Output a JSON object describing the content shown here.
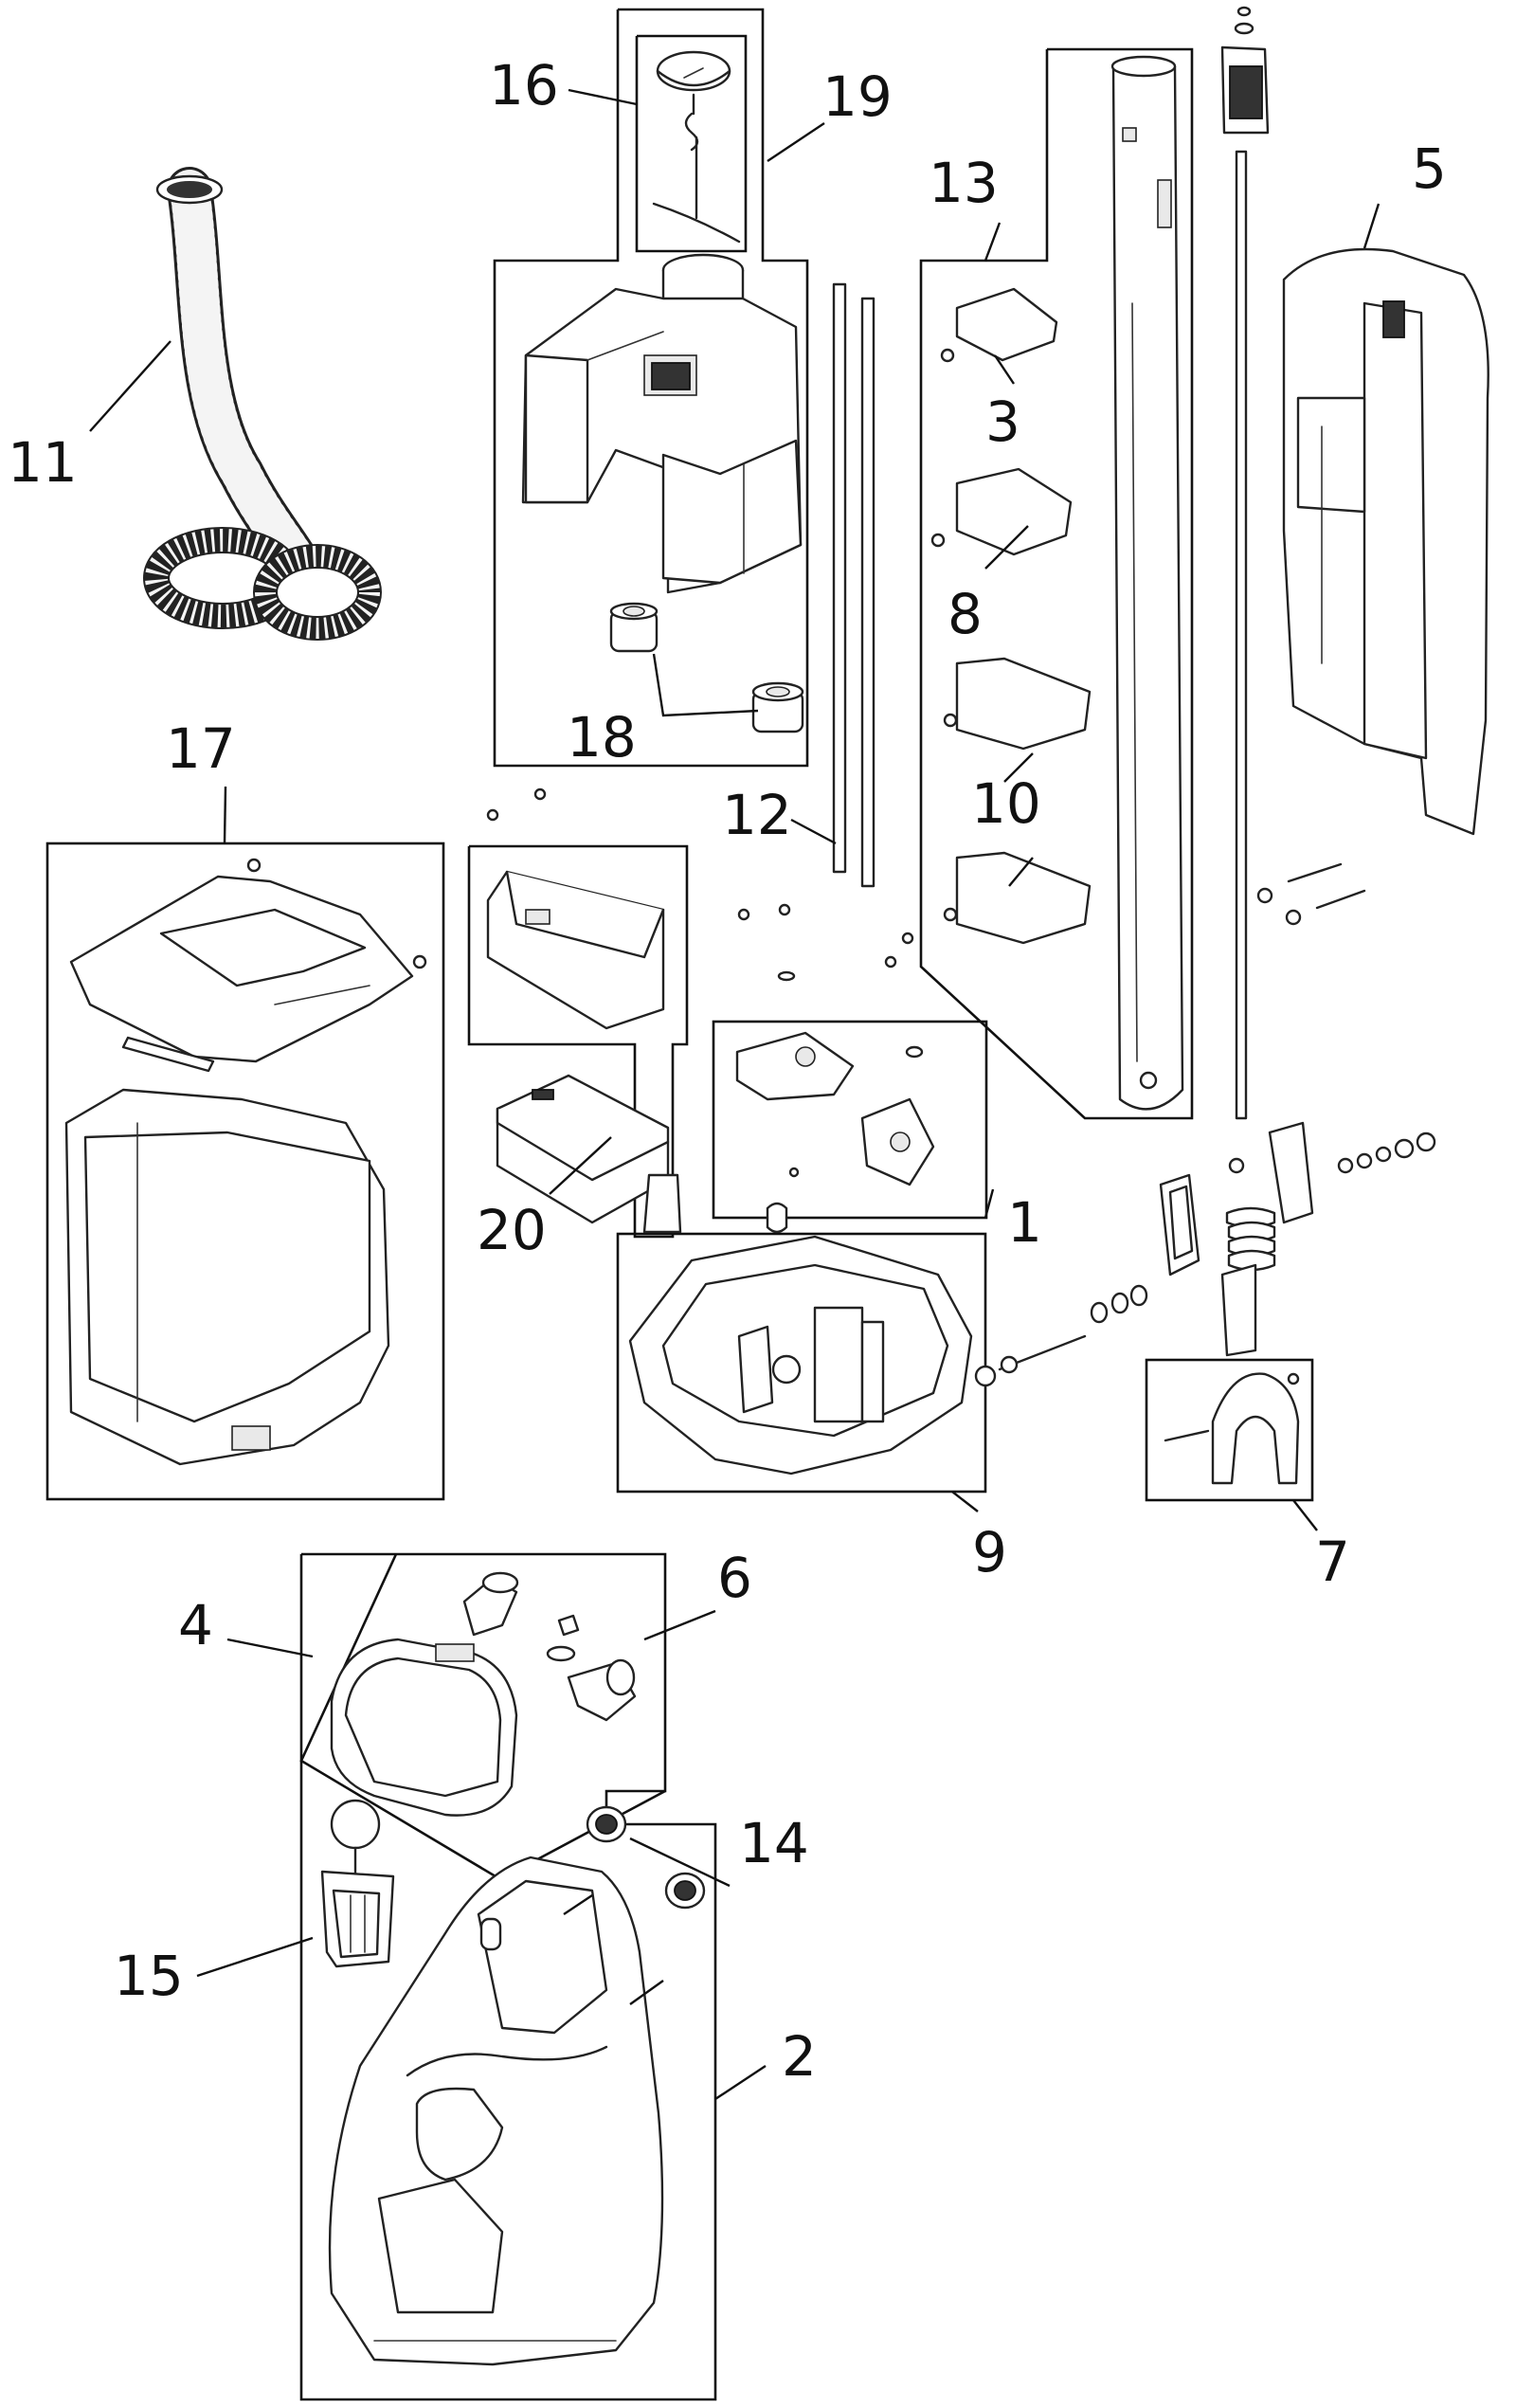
{
  "callouts": [
    {
      "id": "1",
      "label": "1"
    },
    {
      "id": "2",
      "label": "2"
    },
    {
      "id": "3",
      "label": "3"
    },
    {
      "id": "4",
      "label": "4"
    },
    {
      "id": "5",
      "label": "5"
    },
    {
      "id": "6",
      "label": "6"
    },
    {
      "id": "7",
      "label": "7"
    },
    {
      "id": "8",
      "label": "8"
    },
    {
      "id": "9",
      "label": "9"
    },
    {
      "id": "10",
      "label": "10"
    },
    {
      "id": "11",
      "label": "11"
    },
    {
      "id": "12",
      "label": "12"
    },
    {
      "id": "13",
      "label": "13"
    },
    {
      "id": "14",
      "label": "14"
    },
    {
      "id": "15",
      "label": "15"
    },
    {
      "id": "16",
      "label": "16"
    },
    {
      "id": "17",
      "label": "17"
    },
    {
      "id": "18",
      "label": "18"
    },
    {
      "id": "19",
      "label": "19"
    },
    {
      "id": "20",
      "label": "20"
    }
  ],
  "part_icons": {
    "hose": "hose-icon",
    "tank": "tank-icon",
    "column": "column-tube-icon",
    "shroud": "rear-shroud-icon",
    "base": "base-housing-icon",
    "front_cover": "front-cover-icon",
    "filter_cup": "filter-cup-icon",
    "strut": "strut-icon"
  }
}
